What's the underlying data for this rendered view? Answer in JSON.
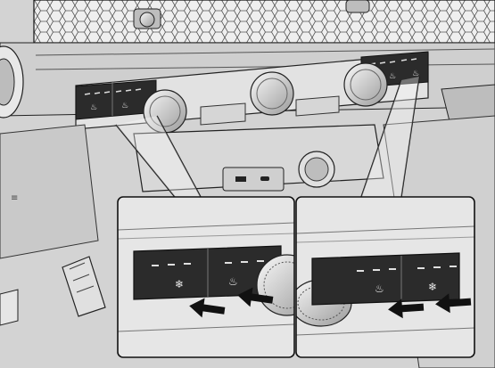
{
  "figure": {
    "kind": "line-art illustration of a vehicle dashboard center console with two magnified callouts",
    "callouts": [
      {
        "side": "left",
        "indicator_dashes": 3,
        "buttons": [
          "fan-seat-icon",
          "heated-seat-icon"
        ],
        "arrows": 2
      },
      {
        "side": "right",
        "indicator_dashes": 3,
        "buttons": [
          "heated-seat-icon",
          "fan-seat-icon"
        ],
        "arrows": 2
      }
    ],
    "colors": {
      "background": "#d9d9d9",
      "panel_dark": "#2b2b2b",
      "line": "#111111",
      "callout_bg": "#e6e6e6"
    }
  }
}
